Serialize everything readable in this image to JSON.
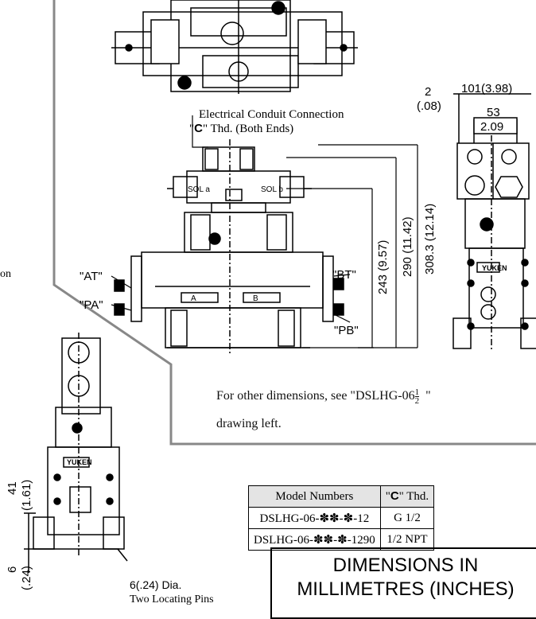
{
  "conduit_note": {
    "line1": "Electrical Conduit Connection",
    "quote_open": "\"",
    "letter": "C",
    "line2_rest": "\" Thd. (Both Ends)"
  },
  "side_dims": {
    "dim_2": "2",
    "dim_08": "(.08)",
    "dim_101": "101(3.98)",
    "dim_53": "53",
    "dim_209": "2.09"
  },
  "port_labels": {
    "at": "\"AT\"",
    "pa": "\"PA\"",
    "bt": "\"BT\"",
    "pb": "\"PB\""
  },
  "valve_labels": {
    "sol_left": "SOL a",
    "sol_right": "SOL b",
    "port_a": "A",
    "port_b": "B",
    "brand": "YUKEN"
  },
  "vertical_dims": {
    "d243": "243 (9.57)",
    "d290": "290 (11.42)",
    "d308": "308.3 (12.14)"
  },
  "left_fragment": "on",
  "other_dims_note": {
    "line1": "For other dimensions, see \"DSLHG-06",
    "frac_num": "1",
    "frac_den": "2",
    "line1_end": "\"",
    "line2": "drawing left."
  },
  "lower_dims": {
    "d41": "41",
    "d161": "(1.61)",
    "d6": "6",
    "d24": "(.24)",
    "pin_dia": "6(.24) Dia.",
    "pin_text": "Two Locating Pins"
  },
  "model_table": {
    "header_model": "Model Numbers",
    "header_thd_quote": "\"",
    "header_thd_letter": "C",
    "header_thd_rest": "\" Thd.",
    "rows": [
      {
        "model": "DSLHG-06-✽✽-✽-12",
        "thd": "G 1/2"
      },
      {
        "model": "DSLHG-06-✽✽-✽-1290",
        "thd": "1/2 NPT"
      }
    ]
  },
  "title_box": {
    "line1": "DIMENSIONS IN",
    "line2": "MILLIMETRES (INCHES)"
  }
}
